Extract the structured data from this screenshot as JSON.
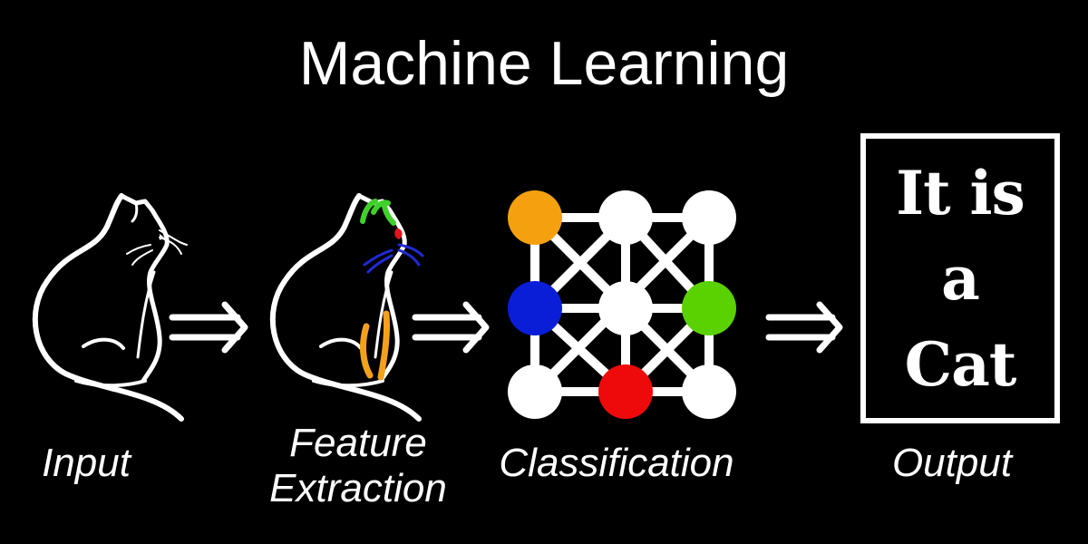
{
  "title": "Machine Learning",
  "stages": {
    "input": "Input",
    "feature_line1": "Feature",
    "feature_line2": "Extraction",
    "classification": "Classification",
    "output": "Output"
  },
  "output_box": {
    "line1": "It is",
    "line2": "a",
    "line3": "Cat"
  },
  "icons": {
    "input": "cat-outline-icon",
    "feature": "cat-features-icon",
    "arrow": "double-arrow-icon",
    "network": "classification-network-icon"
  },
  "colors": {
    "background": "#000000",
    "foreground": "#ffffff",
    "node_orange": "#f5a10f",
    "node_blue": "#0a1ed8",
    "node_green": "#5ad100",
    "node_red": "#ee0a0a",
    "feature_green": "#3fd12a",
    "feature_red": "#e0151b",
    "feature_blue": "#1f2bd6",
    "feature_orange": "#f2a11a"
  }
}
